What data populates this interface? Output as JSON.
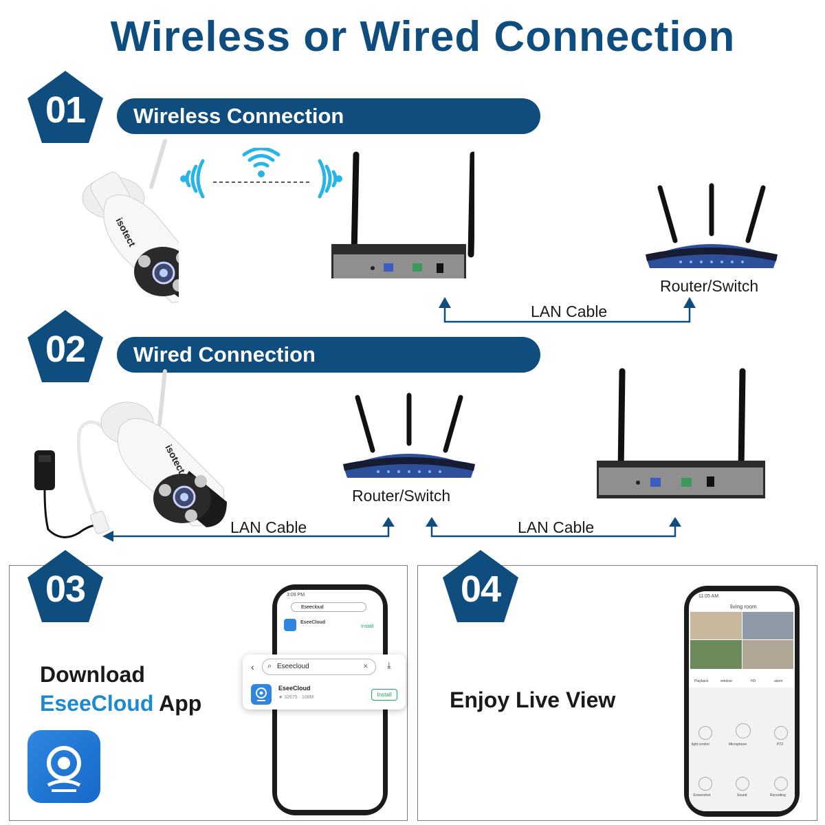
{
  "title": "Wireless or Wired Connection",
  "steps": [
    {
      "number": "01",
      "label": "Wireless Connection"
    },
    {
      "number": "02",
      "label": "Wired Connection"
    },
    {
      "number": "03"
    },
    {
      "number": "04"
    }
  ],
  "device_labels": {
    "router_1": "Router/Switch",
    "router_2": "Router/Switch",
    "lan_1": "LAN Cable",
    "lan_2": "LAN Cable",
    "lan_3": "LAN Cable",
    "camera_brand": "isotect"
  },
  "download": {
    "line1": "Download",
    "app_name": "EseeCloud",
    "app_word": "App"
  },
  "app_store": {
    "time": "3:09 PM",
    "search": "Eseecloud",
    "app_title": "EseeCloud",
    "app_meta": "★ 32675 · 108M",
    "install_label": "Install"
  },
  "live_view": {
    "caption": "Enjoy Live View",
    "time": "11:05 AM",
    "room": "living room",
    "tools": [
      "Playback",
      "window",
      "HD",
      "alarm"
    ],
    "controls": [
      "light control",
      "Microphone",
      "PTZ",
      "Screenshot",
      "Sound",
      "Recording"
    ]
  },
  "colors": {
    "navy": "#0e4d7d",
    "accent_blue": "#1e88d0",
    "wifi_cyan": "#27b4e6",
    "install_green": "#1aa85a"
  }
}
